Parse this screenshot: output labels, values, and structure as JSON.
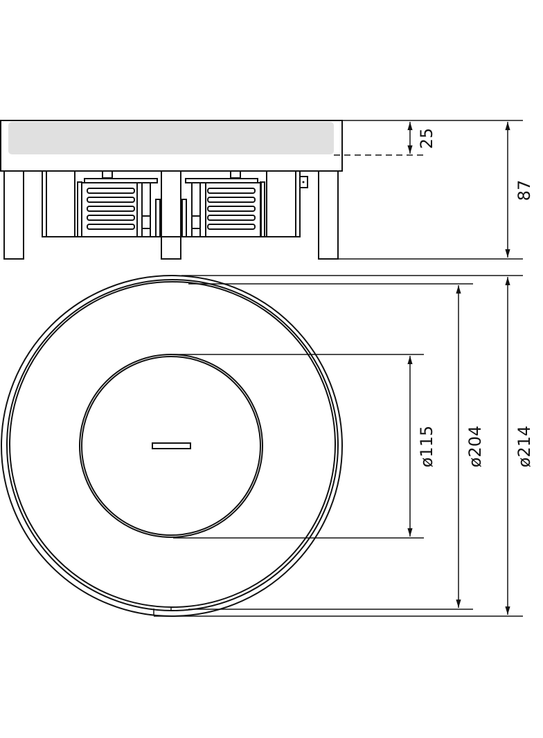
{
  "drawing": {
    "type": "technical-drawing",
    "views": [
      "side-view",
      "top-view"
    ],
    "colors": {
      "line": "#111111",
      "shade": "#e0e0e0",
      "background": "#ffffff"
    }
  },
  "side_view": {
    "dimensions": {
      "recess_depth": "25",
      "total_height": "87"
    }
  },
  "top_view": {
    "dimensions": {
      "inner_diameter": "ø115",
      "middle_diameter": "ø204",
      "outer_diameter": "ø214"
    }
  }
}
